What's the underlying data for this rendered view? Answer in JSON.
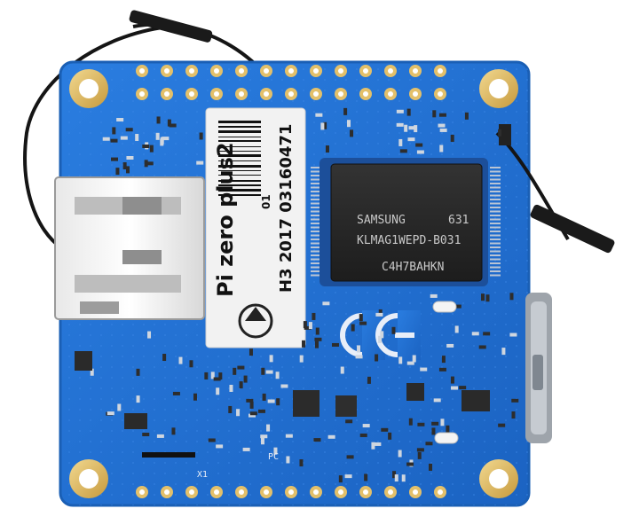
{
  "sticker": {
    "model_text": "Pi zero plus2",
    "code_text": "H3 2017 03160471",
    "small_text": "01"
  },
  "chip": {
    "line1_left": "SAMSUNG",
    "line1_right": "631",
    "line2": "KLMAG1WEPD-B031",
    "line3": "C4H7BAHKN"
  },
  "silkscreen": {
    "ce_mark": "CE",
    "label_x1": "X1",
    "label_pc": "PC"
  },
  "colors": {
    "board": "#1f6fd1",
    "board_edge": "#1a5fb5",
    "gold": "#d8b35a",
    "chip": "#2a2a2a",
    "sticker": "#f2f2f2",
    "silk": "#e8eef8"
  }
}
